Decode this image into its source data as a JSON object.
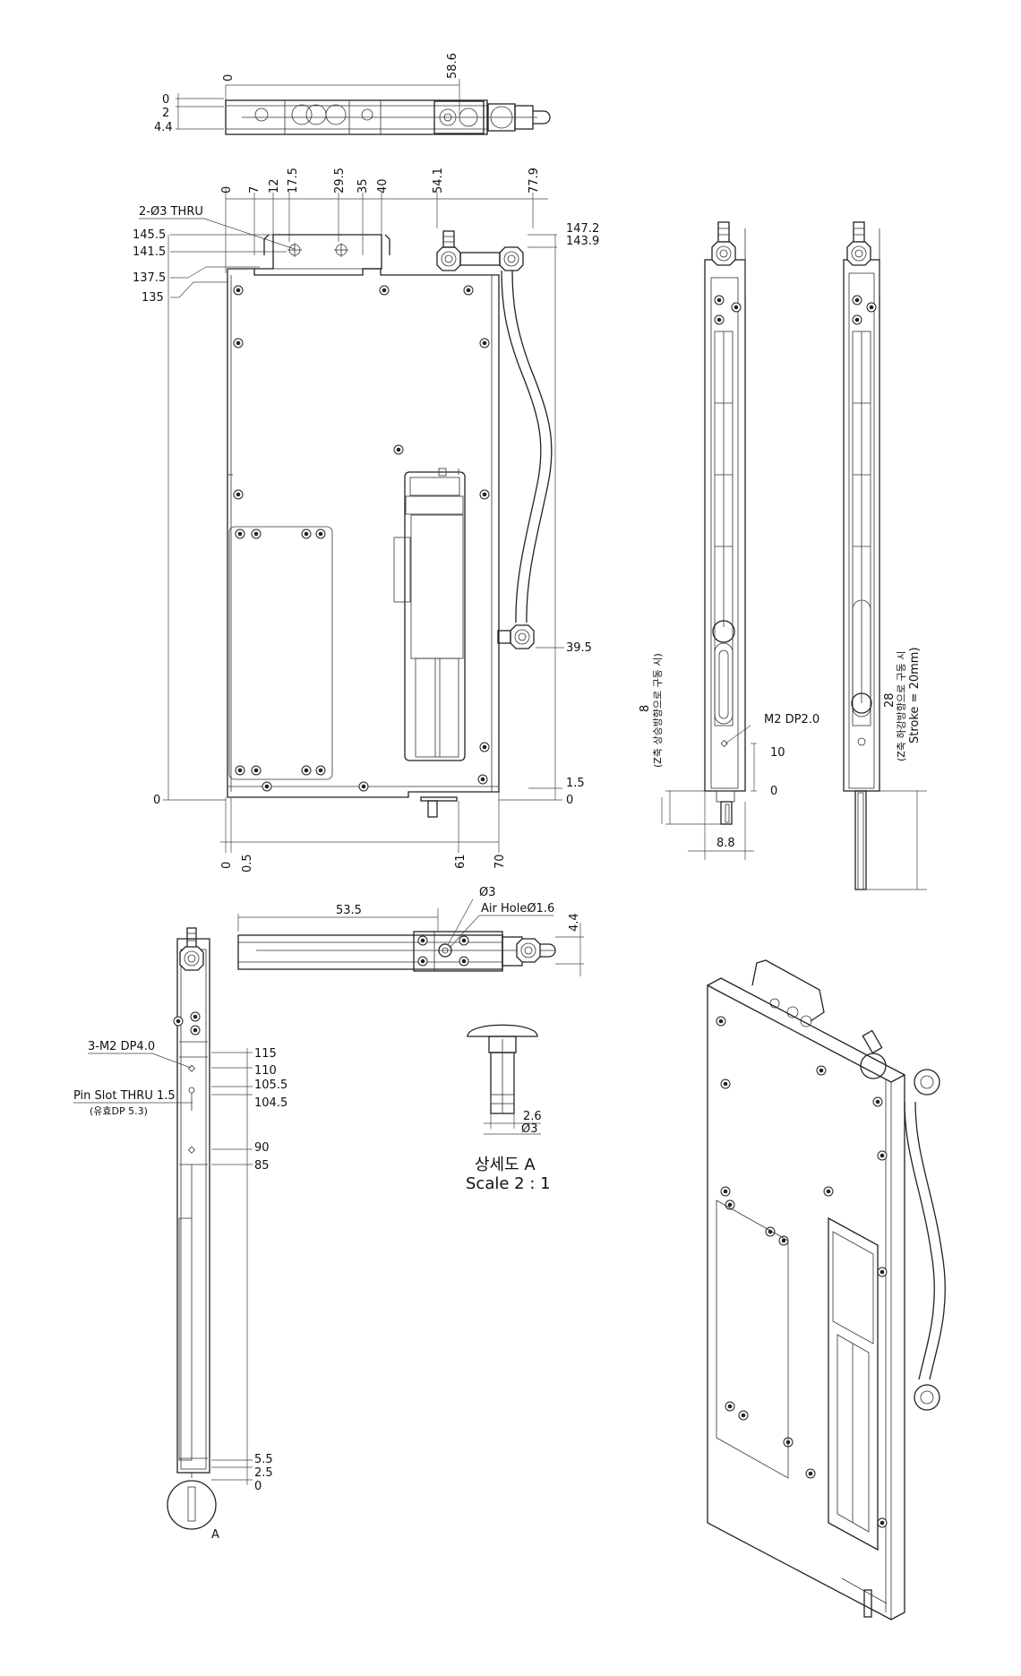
{
  "top_view": {
    "dims": [
      "0",
      "58.6",
      "0",
      "2",
      "4.4"
    ]
  },
  "front_view": {
    "top_dims": [
      "0",
      "7",
      "12",
      "17.5",
      "29.5",
      "35",
      "40",
      "54.1",
      "77.9"
    ],
    "left_dims": [
      "145.5",
      "141.5",
      "137.5",
      "135",
      "0"
    ],
    "right_dims": [
      "147.2",
      "143.9",
      "39.5",
      "1.5",
      "0"
    ],
    "bottom_dims": [
      "0",
      "0.5",
      "61",
      "70"
    ],
    "note_thru": "2-Ø3 THRU"
  },
  "side_view_1": {
    "stroke_dim": "8",
    "stroke_note": "(Z축 상승방향으로 구동 시)",
    "note_m2": "M2 DP2.0",
    "dims": [
      "10",
      "0",
      "8.8"
    ]
  },
  "side_view_2": {
    "stroke_dim": "28",
    "stroke_note": "(Z축 하강방향으로 구동 시",
    "stroke_note2": "Stroke = 20mm)"
  },
  "top_view_2": {
    "dims": [
      "53.5",
      "Ø3",
      "4.4"
    ],
    "note_air": "Air HoleØ1.6"
  },
  "left_view": {
    "note_m2": "3-M2 DP4.0",
    "note_pin": "Pin Slot THRU 1.5",
    "note_pin2": "(유효DP 5.3)",
    "dims": [
      "115",
      "110",
      "105.5",
      "104.5",
      "90",
      "85",
      "5.5",
      "2.5",
      "0"
    ],
    "detail_label": "A"
  },
  "detail_a": {
    "dims": [
      "2.6",
      "Ø3"
    ],
    "title": "상세도 A",
    "scale": "Scale 2 : 1"
  },
  "iso_view": {}
}
